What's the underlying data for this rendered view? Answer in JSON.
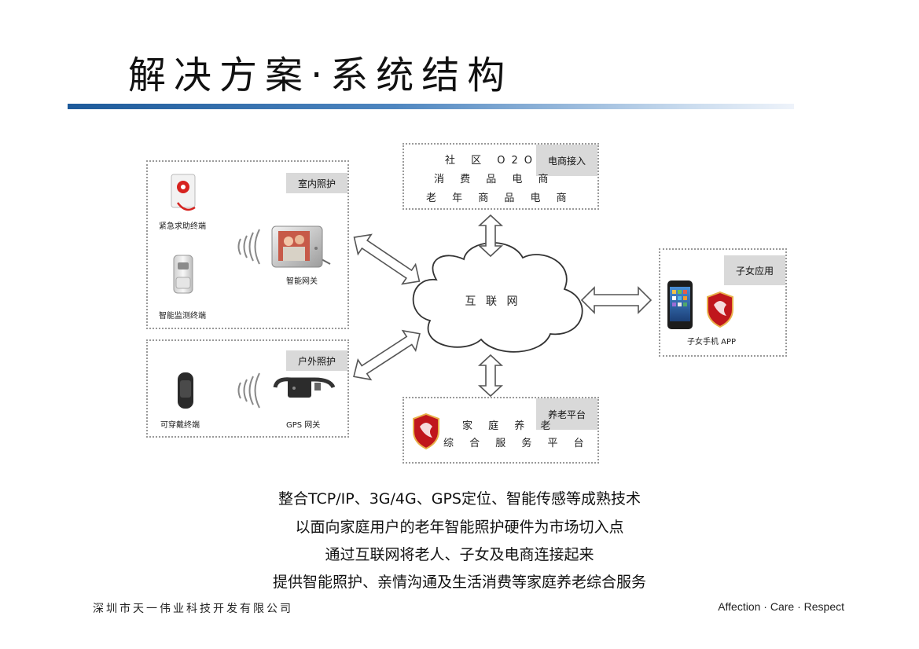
{
  "title": "解决方案·系统结构",
  "indoor": {
    "tag": "室内照护",
    "emergency_label": "紧急求助终端",
    "monitor_label": "智能监测终端",
    "gateway_label": "智能网关"
  },
  "outdoor": {
    "tag": "户外照护",
    "wearable_label": "可穿戴终端",
    "gps_label": "GPS 网关"
  },
  "ecommerce": {
    "tag": "电商接入",
    "lines": [
      "社 区 O2O",
      "消 费 品 电 商",
      "老 年 商 品 电 商"
    ]
  },
  "internet": {
    "label": "互 联 网"
  },
  "children": {
    "tag": "子女应用",
    "app_label": "子女手机 APP"
  },
  "platform": {
    "tag": "养老平台",
    "lines": [
      "家 庭 养 老",
      "综 合 服 务 平 台"
    ]
  },
  "bullets": [
    "整合TCP/IP、3G/4G、GPS定位、智能传感等成熟技术",
    "以面向家庭用户的老年智能照护硬件为市场切入点",
    "通过互联网将老人、子女及电商连接起来",
    "提供智能照护、亲情沟通及生活消费等家庭养老综合服务"
  ],
  "footer": {
    "company": "深圳市天一伟业科技开发有限公司",
    "slogan": "Affection · Care · Respect"
  },
  "colors": {
    "accent": "#1d5a9a",
    "tag_bg": "#d9d9d9",
    "shield_red": "#c0161c"
  }
}
